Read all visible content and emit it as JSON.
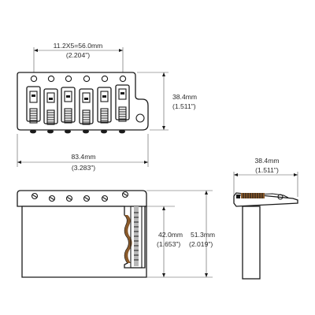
{
  "dimensions": {
    "spacing_mm": "11.2X5=56.0mm",
    "spacing_in": "(2.204\")",
    "top_height_mm": "38.4mm",
    "top_height_in": "(1.511\")",
    "width_mm": "83.4mm",
    "width_in": "(3.283\")",
    "side_depth_mm": "38.4mm",
    "side_depth_in": "(1.511\")",
    "block_height_mm": "42.0mm",
    "block_height_in": "(1.653\")",
    "total_height_mm": "51.3mm",
    "total_height_in": "(2.019\")"
  },
  "colors": {
    "line": "#1a1a1a",
    "spring": "#8a5a2b",
    "background": "#ffffff"
  }
}
